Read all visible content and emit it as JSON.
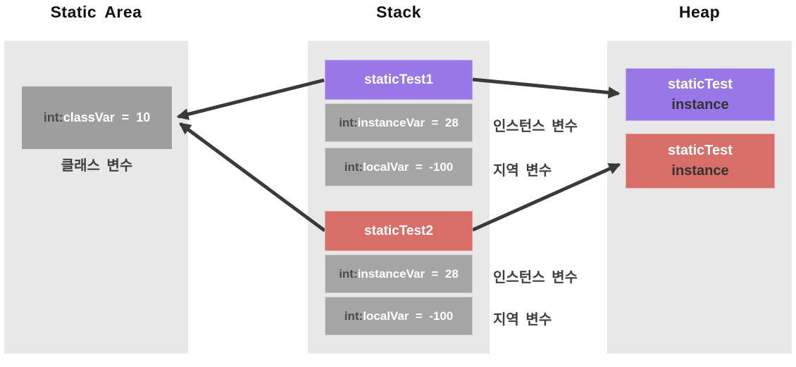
{
  "static_area": {
    "title": "Static Area",
    "class_var_box": {
      "prefix": "int:",
      "value": "classVar  =  10"
    },
    "caption": "클래스 변수"
  },
  "stack": {
    "title": "Stack",
    "frame1": {
      "header": "staticTest1",
      "rows": [
        {
          "prefix": "int:",
          "value": "instanceVar  =  28",
          "label": "인스턴스 변수"
        },
        {
          "prefix": "int:",
          "value": "localVar  =  -100",
          "label": "지역 변수"
        }
      ]
    },
    "frame2": {
      "header": "staticTest2",
      "rows": [
        {
          "prefix": "int:",
          "value": "instanceVar  =  28",
          "label": "인스턴스 변수"
        },
        {
          "prefix": "int:",
          "value": "localVar  =  -100",
          "label": "지역 변수"
        }
      ]
    }
  },
  "heap": {
    "title": "Heap",
    "boxes": [
      {
        "line1": "staticTest",
        "line2": "instance",
        "variant": "purple"
      },
      {
        "line1": "staticTest",
        "line2": "instance",
        "variant": "red"
      }
    ]
  },
  "colors": {
    "purple": "#9778e6",
    "red": "#d76f68",
    "class_var_gray": "#9e9e9e",
    "row_gray": "#a5a5a5",
    "panel_gray": "#e8e8e8",
    "arrow": "#3a3a3a",
    "dark_text": "#3e3e3e",
    "white_text": "#ffffff"
  }
}
